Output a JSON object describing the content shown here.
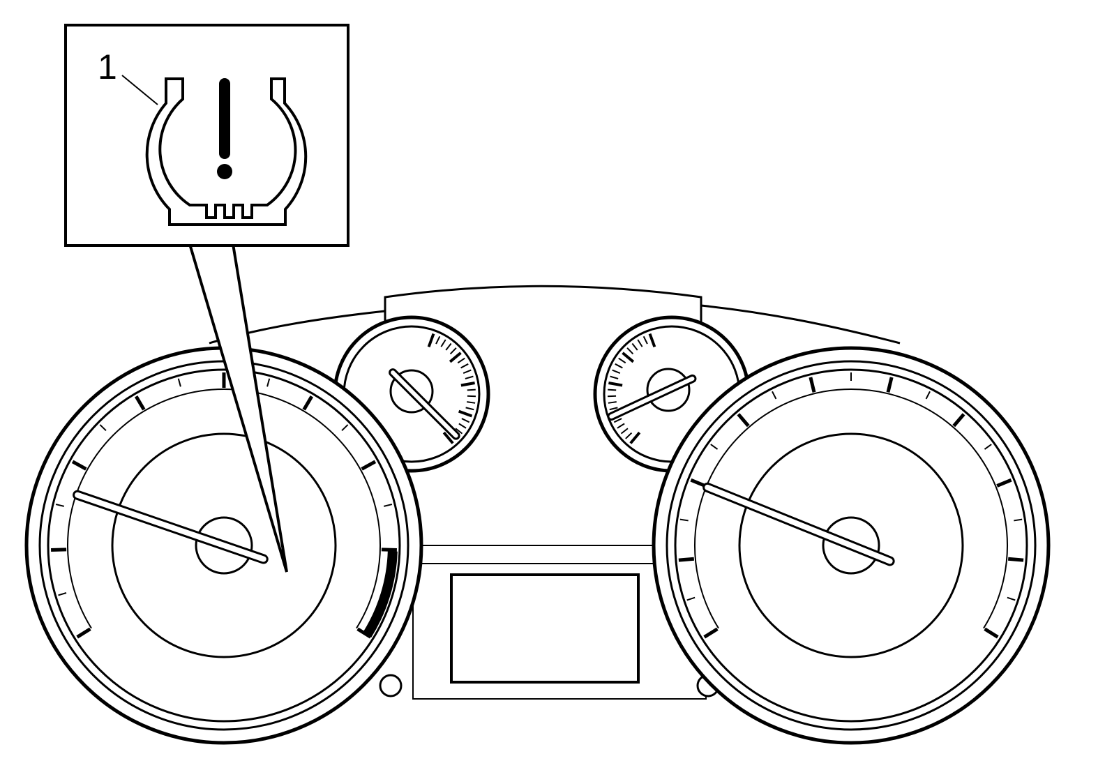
{
  "callouts": [
    {
      "number": "1"
    }
  ],
  "colors": {
    "line": "#000000",
    "background": "#ffffff"
  },
  "icons": [
    "tire-pressure-warning-icon"
  ],
  "gauges": [
    {
      "name": "tachometer",
      "major_ticks": 9
    },
    {
      "name": "temperature-gauge"
    },
    {
      "name": "fuel-gauge"
    },
    {
      "name": "speedometer",
      "major_ticks": 10
    }
  ]
}
